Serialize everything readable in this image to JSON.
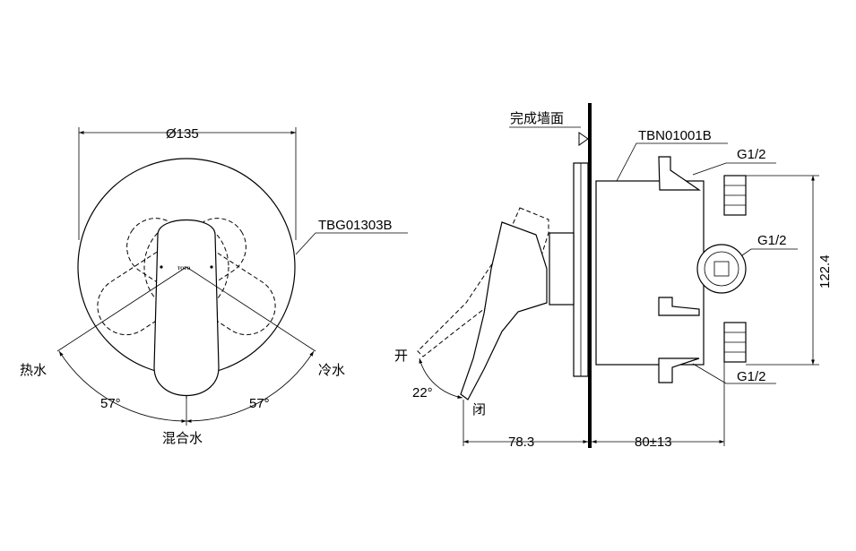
{
  "front_view": {
    "diameter_label": "Ø135",
    "part_number": "TBG01303B",
    "brand_mark": "TOTO",
    "hot_label": "热水",
    "cold_label": "冷水",
    "mix_label": "混合水",
    "angle_left": "57°",
    "angle_right": "57°"
  },
  "side_view": {
    "wall_label": "完成墙面",
    "body_part_number": "TBN01001B",
    "port_top": "G1/2",
    "port_middle": "G1/2",
    "port_bottom": "G1/2",
    "height_dim": "122.4",
    "open_label": "开",
    "close_label": "闭",
    "lever_angle": "22°",
    "depth_left": "78.3",
    "depth_right": "80±13"
  }
}
